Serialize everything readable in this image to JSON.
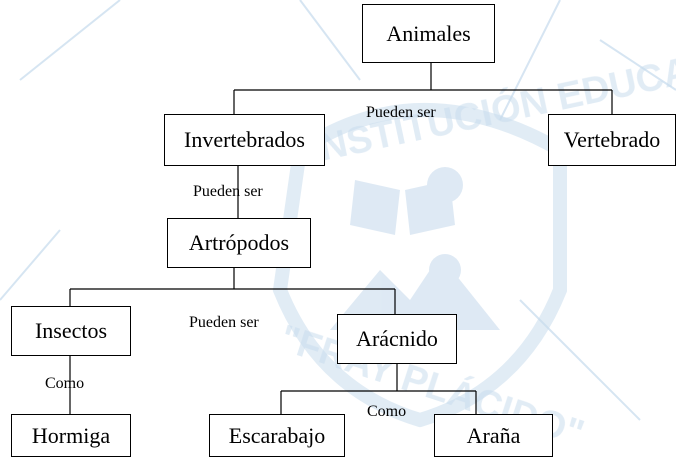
{
  "diagram": {
    "nodes": {
      "animales": "Animales",
      "invertebrados": "Invertebrados",
      "vertebrado": "Vertebrado",
      "artropodos": "Artrópodos",
      "insectos": "Insectos",
      "aracnido": "Arácnido",
      "hormiga": "Hormiga",
      "escarabajo": "Escarabajo",
      "arana": "Araña"
    },
    "edge_labels": {
      "animales_children": "Pueden ser",
      "invertebrados_child": "Pueden ser",
      "artropodos_children": "Pueden ser",
      "insectos_child": "Como",
      "aracnido_children": "Como"
    }
  },
  "watermark": {
    "text_top": "INSTITUCIÓN EDUCATIVA",
    "text_bottom": "\"FRAY PLÁCIDO\"",
    "color": "#c9dced"
  },
  "colors": {
    "line": "#000000",
    "box_border": "#000000"
  }
}
